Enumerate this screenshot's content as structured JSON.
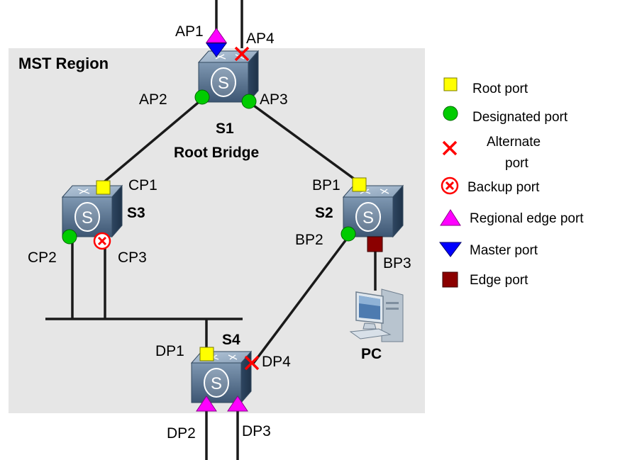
{
  "region": {
    "title": "MST Region"
  },
  "switches": {
    "s1": {
      "name": "S1",
      "role": "Root Bridge",
      "glyph": "S"
    },
    "s2": {
      "name": "S2",
      "glyph": "S"
    },
    "s3": {
      "name": "S3",
      "glyph": "S"
    },
    "s4": {
      "name": "S4",
      "glyph": "S"
    }
  },
  "pc": {
    "name": "PC"
  },
  "ports": {
    "ap1": "AP1",
    "ap2": "AP2",
    "ap3": "AP3",
    "ap4": "AP4",
    "bp1": "BP1",
    "bp2": "BP2",
    "bp3": "BP3",
    "cp1": "CP1",
    "cp2": "CP2",
    "cp3": "CP3",
    "dp1": "DP1",
    "dp2": "DP2",
    "dp3": "DP3",
    "dp4": "DP4"
  },
  "legend": {
    "root_port": "Root port",
    "designated_port": "Designated port",
    "alternate_port_line1": "Alternate",
    "alternate_port_line2": "port",
    "backup_port": "Backup port",
    "regional_edge_port": "Regional edge port",
    "master_port": "Master port",
    "edge_port": "Edge port"
  },
  "colors": {
    "region_bg": "#e6e6e6",
    "root_port": "#ffff00",
    "designated_port": "#00cc00",
    "alternate_port": "#ff0000",
    "backup_port": "#ff0000",
    "regional_edge_port": "#ff00ff",
    "master_port": "#0000ff",
    "edge_port": "#8b0000",
    "switch_body": "#4e6a86"
  }
}
